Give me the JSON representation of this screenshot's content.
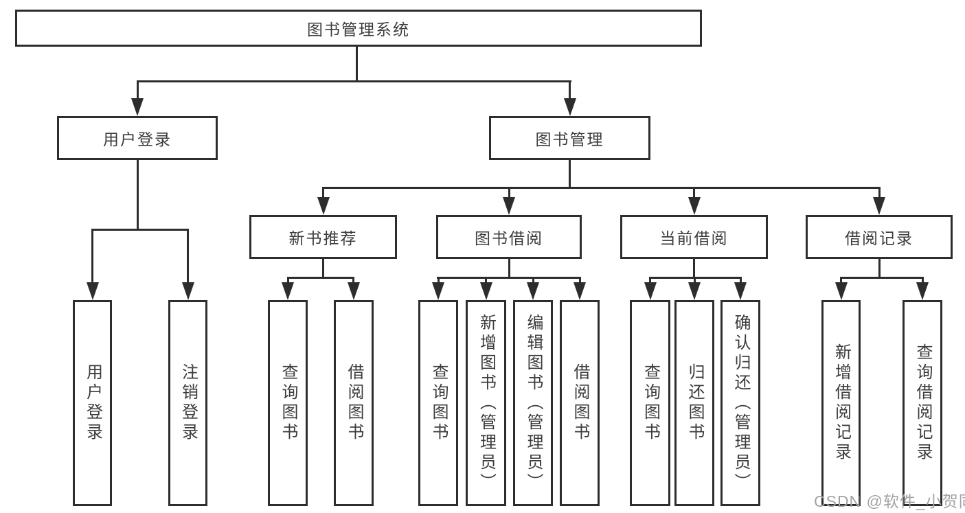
{
  "diagram": {
    "root": {
      "label": "图书管理系统",
      "children": [
        {
          "label": "用户登录",
          "children": [
            {
              "label": "用户登录"
            },
            {
              "label": "注销登录"
            }
          ]
        },
        {
          "label": "图书管理",
          "children": [
            {
              "label": "新书推荐",
              "children": [
                {
                  "label": "查询图书"
                },
                {
                  "label": "借阅图书"
                }
              ]
            },
            {
              "label": "图书借阅",
              "children": [
                {
                  "label": "查询图书"
                },
                {
                  "label": "新增图书（管理员）"
                },
                {
                  "label": "编辑图书（管理员）"
                },
                {
                  "label": "借阅图书"
                }
              ]
            },
            {
              "label": "当前借阅",
              "children": [
                {
                  "label": "查询图书"
                },
                {
                  "label": "归还图书"
                },
                {
                  "label": "确认归还（管理员）"
                }
              ]
            },
            {
              "label": "借阅记录",
              "children": [
                {
                  "label": "新增借阅记录"
                },
                {
                  "label": "查询借阅记录"
                }
              ]
            }
          ]
        }
      ]
    }
  },
  "watermark": {
    "text": "CSDN @软件_小贺同学",
    "color": "#a3a3a3"
  },
  "colors": {
    "line": "#2d2d2d",
    "text": "#3c3c3c",
    "background": "#ffffff"
  }
}
